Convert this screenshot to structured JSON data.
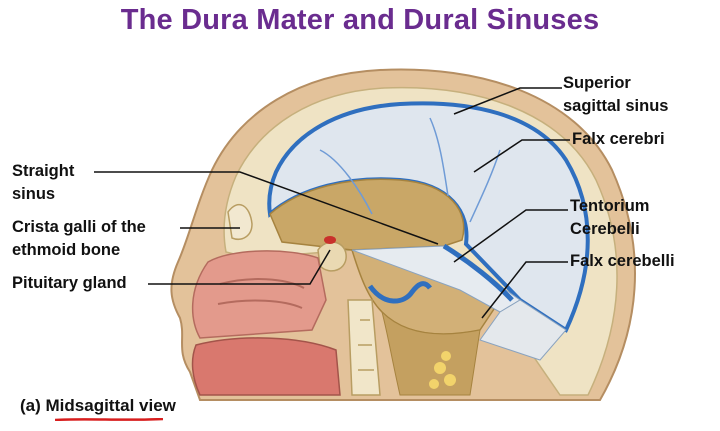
{
  "title": "The Dura Mater and Dural Sinuses",
  "labels": {
    "superior_sagittal_sinus_1": "Superior",
    "superior_sagittal_sinus_2": "sagittal sinus",
    "falx_cerebri": "Falx cerebri",
    "straight_sinus_1": "Straight",
    "straight_sinus_2": "sinus",
    "crista_galli_1": "Crista galli of the",
    "crista_galli_2": "ethmoid bone",
    "tentorium_1": "Tentorium",
    "tentorium_2": "Cerebelli",
    "pituitary_gland": "Pituitary gland",
    "falx_cerebelli": "Falx cerebelli"
  },
  "caption": {
    "prefix": "(a)",
    "underlined": "Midsagittal",
    "suffix": "view"
  },
  "colors": {
    "title": "#6a2c8f",
    "skin": "#e3c29a",
    "bone": "#efe3c4",
    "dura": "#dfe6ee",
    "sinus": "#2f6fbf",
    "brain_cavity": "#c9a767",
    "nasal": "#e39a8c",
    "annotation_underline": "#d81e1e"
  }
}
